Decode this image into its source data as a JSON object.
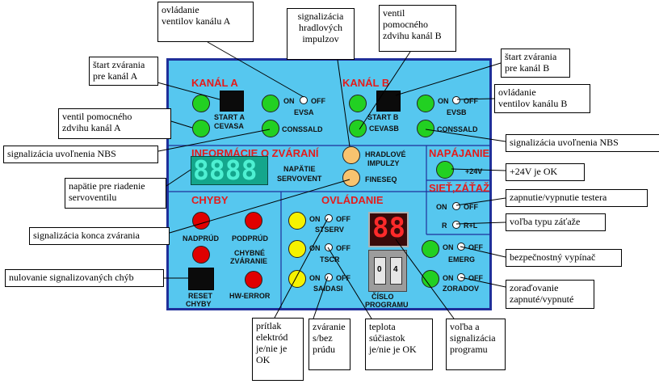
{
  "panel": {
    "sections": {
      "kanal_a": "KANÁL A",
      "kanal_b": "KANÁL B",
      "informacie": "INFORMÁCIE O ZVÁRANÍ",
      "napajanie": "NAPÁJANIE",
      "chyby": "CHYBY",
      "ovladanie": "OVLÁDANIE",
      "siet_zataz": "SIEŤ,ZÁŤAŽ"
    },
    "labels": {
      "start_a": "START A",
      "cevasa": "CEVASA",
      "consslad_a": "CONSSALD",
      "evsa": "EVSA",
      "on": "ON",
      "off": "OFF",
      "start_b": "START B",
      "cevasb": "CEVASB",
      "consslad_b": "CONSSALD",
      "evsb": "EVSB",
      "hradlove_1": "HRADLOVÉ",
      "hradlove_2": "IMPULZY",
      "napatie_1": "NAPÄTIE",
      "napatie_2": "SERVOVENT",
      "fineseq": "FINESEQ",
      "plus24v": "+24V",
      "r": "R",
      "r_l": "R+L",
      "nadprud": "NADPRÚD",
      "podprud": "PODPRÚD",
      "chybne_1": "CHYBNÉ",
      "chybne_2": "ZVÁRANIE",
      "reset_1": "RESET",
      "reset_2": "CHYBY",
      "hw_error": "HW-ERROR",
      "stserv": "STSERV",
      "tscr": "TSCR",
      "saidasi": "SAIDASI",
      "emerg": "EMERG",
      "zoradov": "ZORADOV",
      "cislo_1": "ČÍSLO",
      "cislo_2": "PROGRAMU"
    },
    "displays": {
      "servo_voltage": "8888",
      "program_number": "88",
      "thumb_left": "0",
      "thumb_right": "4"
    },
    "colors": {
      "panel_bg": "#56c7ef",
      "panel_border": "#1f2f9a",
      "title_red": "#e41b1b",
      "led_green": "#22d022",
      "led_red": "#e00000",
      "led_yellow": "#f6f200",
      "led_orange": "#f8c36f"
    }
  },
  "callouts": {
    "ovladanie_ventilov_a": [
      "ovládanie",
      "ventilov kanálu A"
    ],
    "signalizacia_hradlovych": [
      "signalizácia",
      "hradlových",
      "impulzov"
    ],
    "ventil_pomocneho_b": [
      "ventil",
      "pomocného",
      "zdvihu kanál B"
    ],
    "start_zvarania_a": [
      "štart zvárania",
      "pre kanál A"
    ],
    "start_zvarania_b": [
      "štart zvárania",
      "pre kanál B"
    ],
    "ovladanie_ventilov_b": [
      "ovládanie",
      "ventilov kanálu B"
    ],
    "ventil_pomocneho_a": [
      "ventil pomocného",
      "zdvihu kanál A"
    ],
    "signalizacia_uvolnenia_a": "signalizácia uvoľnenia NBS",
    "signalizacia_uvolnenia_b": "signalizácia uvoľnenia NBS",
    "napatie_riadenie": [
      "napätie pre riadenie",
      "servoventilu"
    ],
    "plus24v_ok": "+24V je OK",
    "zapnutie_testera": "zapnutie/vypnutie testera",
    "volba_zataze": "voľba typu záťaže",
    "signalizacia_konca": "signalizácia konca zvárania",
    "bezpecnostny": "bezpečnostný vypínač",
    "nulovanie": "nulovanie signalizovaných chýb",
    "zoradovanie": [
      "zoraďovanie",
      "zapnuté/vypnuté"
    ],
    "pritlak": [
      "prítlak",
      "elektród",
      "je/nie je",
      "OK"
    ],
    "zvaranie_bez": [
      "zváranie",
      "s/bez",
      "prúdu"
    ],
    "teplota": [
      "teplota",
      "súčiastok",
      "je/nie je OK"
    ],
    "volba_programu": [
      "voľba a",
      "signalizácia",
      "programu"
    ]
  }
}
